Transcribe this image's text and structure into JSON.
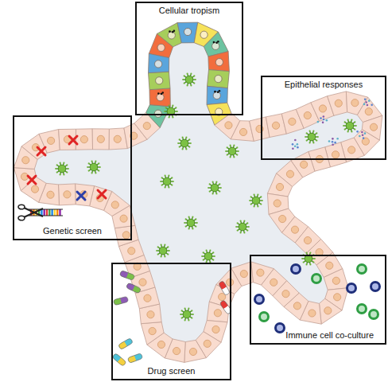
{
  "diagram": {
    "nodes": [
      {
        "text": [
          "Cellular tropism"
        ]
      },
      {
        "text": [
          "Epithelial responses"
        ]
      },
      {
        "text": [
          "Genetic screen"
        ]
      },
      {
        "text": [
          "Immune cell co-culture"
        ]
      },
      {
        "text": [
          "Drug screen"
        ]
      }
    ]
  }
}
